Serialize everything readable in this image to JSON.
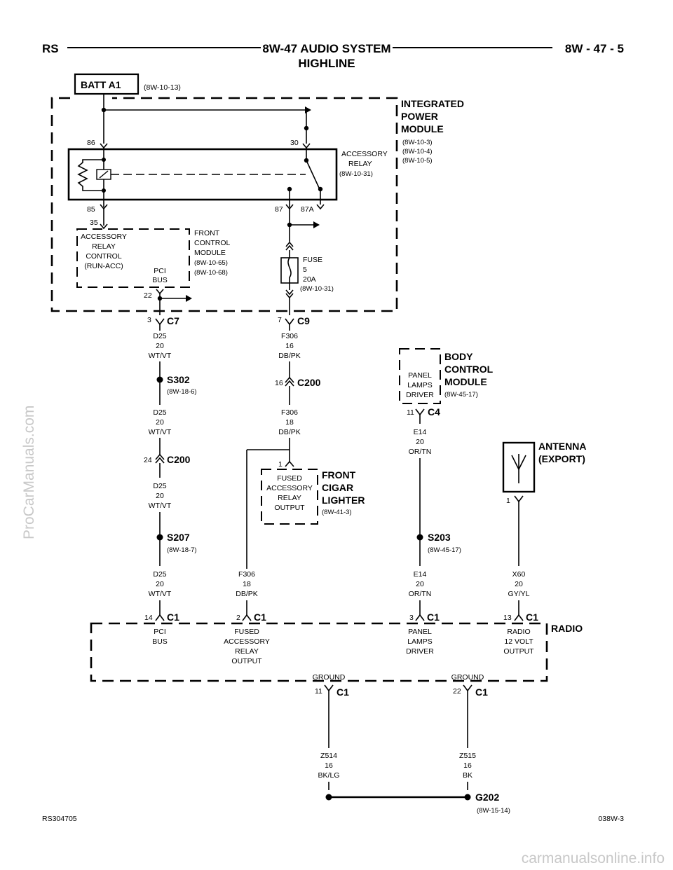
{
  "header": {
    "left": "RS",
    "title_line1": "8W-47 AUDIO SYSTEM",
    "title_line2": "HIGHLINE",
    "right": "8W - 47 - 5"
  },
  "batt": {
    "label": "BATT A1",
    "ref": "(8W-10-13)"
  },
  "ipm": {
    "line1": "INTEGRATED",
    "line2": "POWER",
    "line3": "MODULE",
    "ref1": "(8W-10-3)",
    "ref2": "(8W-10-4)",
    "ref3": "(8W-10-5)"
  },
  "relay": {
    "line1": "ACCESSORY",
    "line2": "RELAY",
    "ref": "(8W-10-31)",
    "pin86": "86",
    "pin30": "30",
    "pin85": "85",
    "pin87": "87",
    "pin87a": "87A"
  },
  "fcm": {
    "pin35": "35",
    "pin22": "22",
    "acc1": "ACCESSORY",
    "acc2": "RELAY",
    "acc3": "CONTROL",
    "acc4": "(RUN-ACC)",
    "pci1": "PCI",
    "pci2": "BUS",
    "t1": "FRONT",
    "t2": "CONTROL",
    "t3": "MODULE",
    "ref1": "(8W-10-65)",
    "ref2": "(8W-10-68)"
  },
  "fuse": {
    "l1": "FUSE",
    "l2": "5",
    "l3": "20A",
    "l4": "(8W-10-31)"
  },
  "connectors": {
    "c7": "C7",
    "c7pin": "3",
    "c9": "C9",
    "c9pin": "7",
    "s302": "S302",
    "s302ref": "(8W-18-6)",
    "c200a": "C200",
    "c200apin": "16",
    "c200b": "C200",
    "c200bpin": "24",
    "s207": "S207",
    "s207ref": "(8W-18-7)",
    "s203": "S203",
    "s203ref": "(8W-45-17)",
    "c4": "C4",
    "c4pin": "11",
    "lighter_pin": "1",
    "ant_pin": "1",
    "c1": "C1",
    "r14": "14",
    "r2": "2",
    "r3": "3",
    "r13": "13",
    "g11": "11",
    "g22": "22",
    "g202": "G202",
    "g202ref": "(8W-15-14)"
  },
  "wires": {
    "d25_a": [
      "D25",
      "20",
      "WT/VT"
    ],
    "d25_b": [
      "D25",
      "20",
      "WT/VT"
    ],
    "d25_c": [
      "D25",
      "20",
      "WT/VT"
    ],
    "d25_d": [
      "D25",
      "20",
      "WT/VT"
    ],
    "f306_a": [
      "F306",
      "16",
      "DB/PK"
    ],
    "f306_b": [
      "F306",
      "18",
      "DB/PK"
    ],
    "f306_c": [
      "F306",
      "18",
      "DB/PK"
    ],
    "e14_a": [
      "E14",
      "20",
      "OR/TN"
    ],
    "e14_b": [
      "E14",
      "20",
      "OR/TN"
    ],
    "x60": [
      "X60",
      "20",
      "GY/YL"
    ],
    "z514": [
      "Z514",
      "16",
      "BK/LG"
    ],
    "z515": [
      "Z515",
      "16",
      "BK"
    ]
  },
  "bcm": {
    "in1": "PANEL",
    "in2": "LAMPS",
    "in3": "DRIVER",
    "t1": "BODY",
    "t2": "CONTROL",
    "t3": "MODULE",
    "ref": "(8W-45-17)"
  },
  "lighter": {
    "in1": "FUSED",
    "in2": "ACCESSORY",
    "in3": "RELAY",
    "in4": "OUTPUT",
    "t1": "FRONT",
    "t2": "CIGAR",
    "t3": "LIGHTER",
    "ref": "(8W-41-3)"
  },
  "antenna": {
    "t1": "ANTENNA",
    "t2": "(EXPORT)"
  },
  "radio": {
    "title": "RADIO",
    "pci1": "PCI",
    "pci2": "BUS",
    "fused1": "FUSED",
    "fused2": "ACCESSORY",
    "fused3": "RELAY",
    "fused4": "OUTPUT",
    "panel1": "PANEL",
    "panel2": "LAMPS",
    "panel3": "DRIVER",
    "out1": "RADIO",
    "out2": "12 VOLT",
    "out3": "OUTPUT",
    "gnd1": "GROUND",
    "gnd2": "GROUND"
  },
  "footer": {
    "left": "RS304705",
    "right": "038W-3"
  },
  "watermarks": {
    "side": "ProCarManuals.com",
    "bottom": "carmanualsonline.info"
  }
}
